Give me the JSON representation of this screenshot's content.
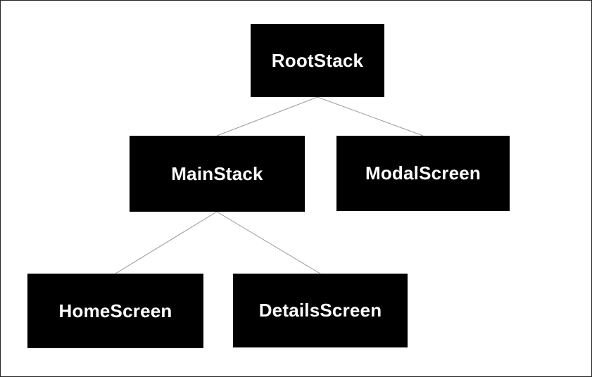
{
  "diagram": {
    "title": "navigation-stack-tree",
    "nodes": [
      {
        "id": "RootStack",
        "label": "RootStack"
      },
      {
        "id": "MainStack",
        "label": "MainStack"
      },
      {
        "id": "ModalScreen",
        "label": "ModalScreen"
      },
      {
        "id": "HomeScreen",
        "label": "HomeScreen"
      },
      {
        "id": "DetailsScreen",
        "label": "DetailsScreen"
      }
    ],
    "edges": [
      {
        "from": "RootStack",
        "to": "MainStack"
      },
      {
        "from": "RootStack",
        "to": "ModalScreen"
      },
      {
        "from": "MainStack",
        "to": "HomeScreen"
      },
      {
        "from": "MainStack",
        "to": "DetailsScreen"
      }
    ],
    "colors": {
      "node_background": "#000000",
      "node_text": "#ffffff",
      "edge": "#999999",
      "page_background": "#ffffff",
      "page_border": "#222222"
    }
  }
}
